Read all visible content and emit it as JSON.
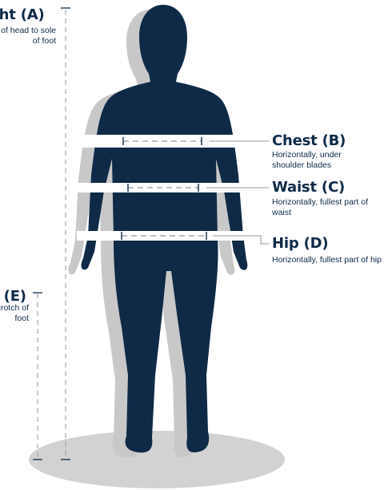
{
  "measurements": {
    "height": {
      "title": "ight (A)",
      "desc": "p of head to sole of foot"
    },
    "chest": {
      "title": "Chest (B)",
      "desc": "Horizontally, under shoulder blades"
    },
    "waist": {
      "title": "Waist (C)",
      "desc": "Horizontally, fullest part of waist"
    },
    "hip": {
      "title": "Hip (D)",
      "desc": "Horizontally, fullest part of hip"
    },
    "inseam": {
      "title": "h (E)",
      "desc": "crotch of foot"
    }
  },
  "colors": {
    "figure": "#0e2a47",
    "shadow": "#c8c8c8",
    "floor": "#d2d2d2",
    "guide_line": "#8e9aa6"
  }
}
